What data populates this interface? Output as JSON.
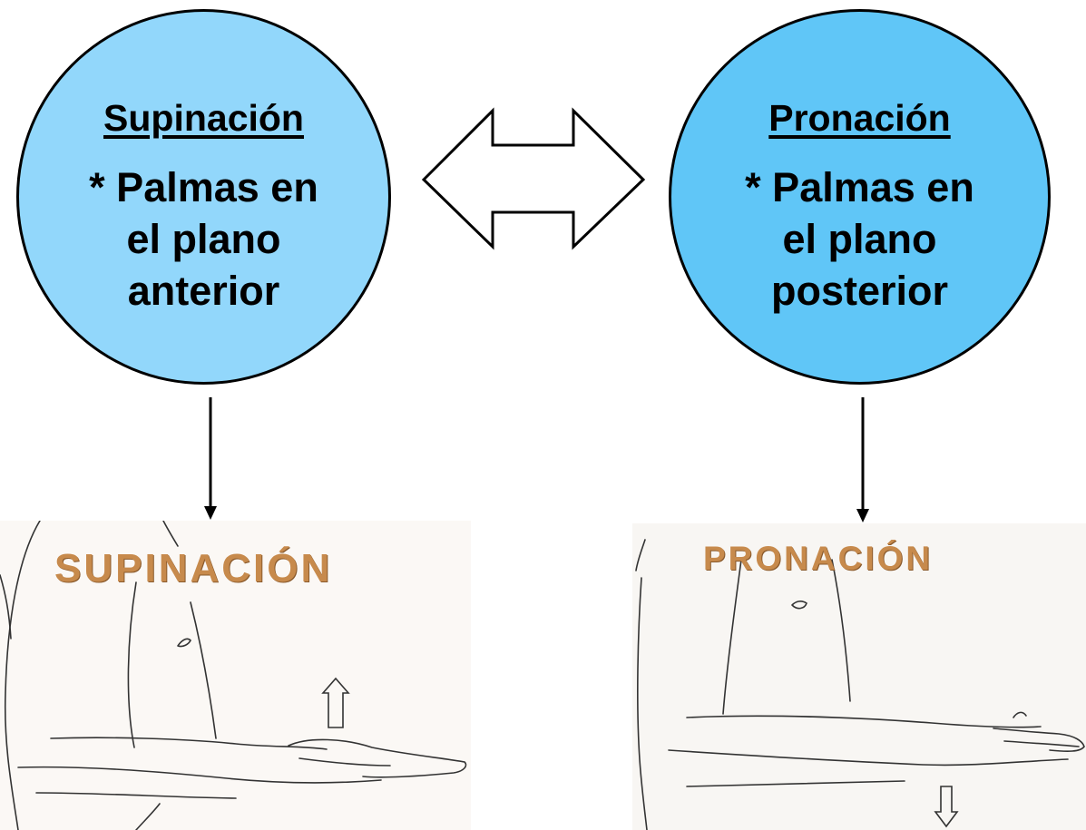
{
  "left": {
    "title": "Supinación",
    "line1": "* Palmas en",
    "line2": "el plano",
    "line3": "anterior",
    "fill": "#92d7fb",
    "illustration_title": "SUPINACIÓN"
  },
  "right": {
    "title": "Pronación",
    "line1": "* Palmas en",
    "line2": "el plano",
    "line3": "posterior",
    "fill": "#60c6f7",
    "illustration_title": "PRONACIÓN"
  },
  "connector": {
    "icon": "double-arrow-icon"
  }
}
